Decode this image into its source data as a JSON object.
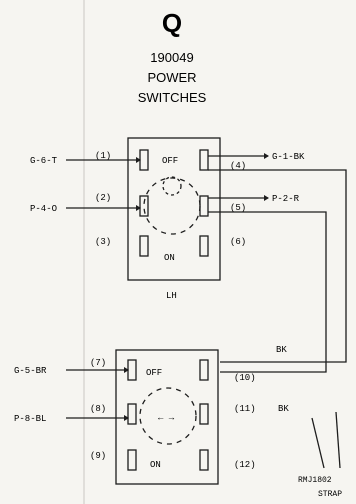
{
  "header": {
    "letter": "Q",
    "number": "190049",
    "title_line1": "POWER",
    "title_line2": "SWITCHES"
  },
  "switch_upper": {
    "label": "LH",
    "off_label": "OFF",
    "on_label": "ON",
    "terminals": [
      "(1)",
      "(2)",
      "(3)",
      "(4)",
      "(5)",
      "(6)"
    ],
    "wires_left": [
      "G-6-T",
      "P-4-O"
    ],
    "wires_right": [
      "G-1-BK",
      "P-2-R"
    ]
  },
  "switch_lower": {
    "off_label": "OFF",
    "on_label": "ON",
    "terminals": [
      "(7)",
      "(8)",
      "(9)",
      "(10)",
      "(11)",
      "(12)"
    ],
    "wires_left": [
      "G-5-BR",
      "P-8-BL"
    ],
    "wire_mid_bk": "BK",
    "wire_11_bk": "BK"
  },
  "footnote": {
    "line1": "RMJ1802",
    "line2": "STRAP"
  }
}
